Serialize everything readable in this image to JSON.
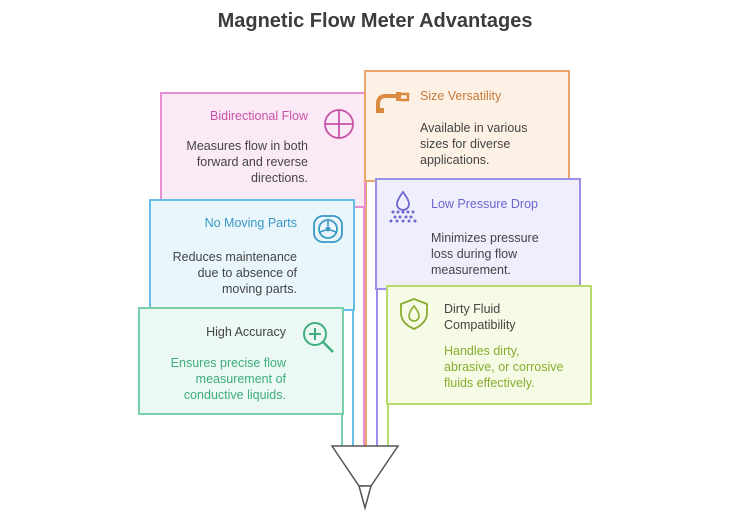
{
  "title": "Magnetic Flow Meter Advantages",
  "colors": {
    "pink": "#e88fd2",
    "orange": "#eea56b",
    "blue": "#66bfe6",
    "purple": "#9a90ea",
    "green": "#77d0a9",
    "lime": "#b8dc6c"
  },
  "cards": {
    "bidirectional": {
      "title": "Bidirectional Flow",
      "line1": "Measures flow in both",
      "line2": "forward and reverse",
      "line3": "directions.",
      "icon": "crosshair-icon"
    },
    "size": {
      "title": "Size Versatility",
      "line1": "Available in various",
      "line2": "sizes for diverse",
      "line3": "applications.",
      "icon": "pipe-icon"
    },
    "moving": {
      "title": "No Moving Parts",
      "line1": "Reduces maintenance",
      "line2": "due to absence of",
      "line3": "moving parts.",
      "icon": "wheel-icon"
    },
    "lowpressure": {
      "title": "Low Pressure Drop",
      "line1": "Minimizes pressure",
      "line2": "loss during flow",
      "line3": "measurement.",
      "icon": "shower-drop-icon"
    },
    "accuracy": {
      "title": "High Accuracy",
      "line1": "Ensures precise flow",
      "line2": "measurement of",
      "line3": "conductive liquids.",
      "icon": "zoom-in-icon"
    },
    "dirty": {
      "title1": "Dirty Fluid",
      "title2": "Compatibility",
      "line1": "Handles dirty,",
      "line2": "abrasive, or corrosive",
      "line3": "fluids effectively.",
      "icon": "shield-drop-icon"
    }
  }
}
